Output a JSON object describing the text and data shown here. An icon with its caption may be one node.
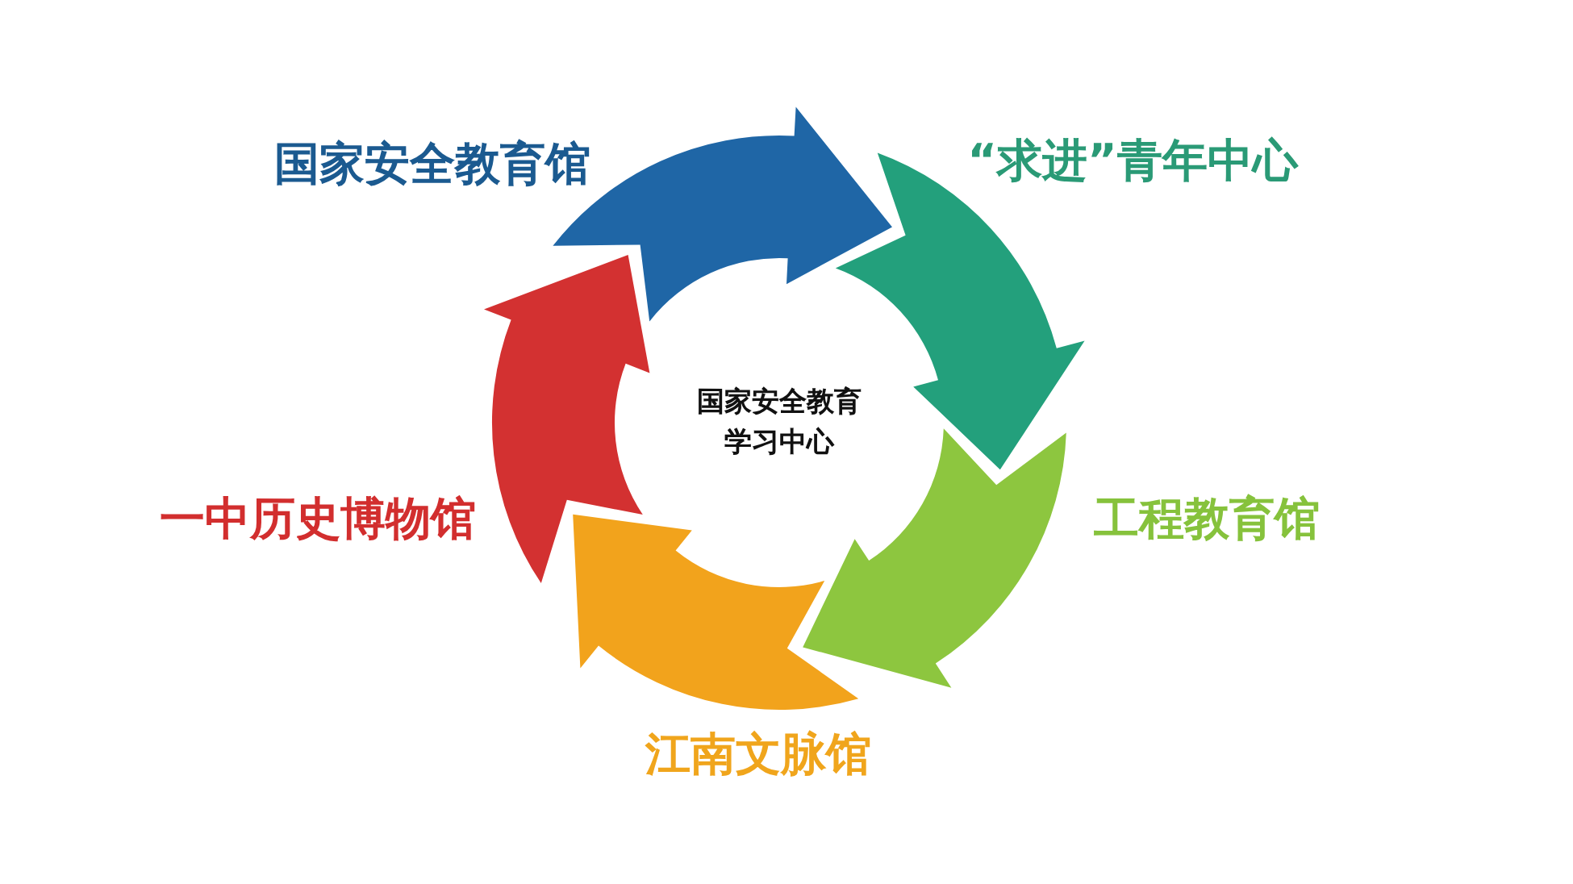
{
  "diagram": {
    "nodes": [
      {
        "text": [
          "国家安全教育馆"
        ]
      },
      {
        "text": [
          "“求进”青年中心"
        ]
      },
      {
        "text": [
          "工程教育馆"
        ]
      },
      {
        "text": [
          "江南文脉馆"
        ]
      },
      {
        "text": [
          "一中历史博物馆"
        ]
      }
    ],
    "edges": [
      {
        "from": 0,
        "to": 1,
        "arrow": "to",
        "style": "thick",
        "color": "#1f66a6"
      },
      {
        "from": 1,
        "to": 2,
        "arrow": "to",
        "style": "thick",
        "color": "#23a07c"
      },
      {
        "from": 2,
        "to": 3,
        "arrow": "to",
        "style": "thick",
        "color": "#8dc63f"
      },
      {
        "from": 3,
        "to": 4,
        "arrow": "to",
        "style": "thick",
        "color": "#f2a31c"
      },
      {
        "from": 4,
        "to": 0,
        "arrow": "to",
        "style": "thick",
        "color": "#d33131"
      }
    ],
    "labels": [
      "国家安全教育学习中心"
    ]
  }
}
